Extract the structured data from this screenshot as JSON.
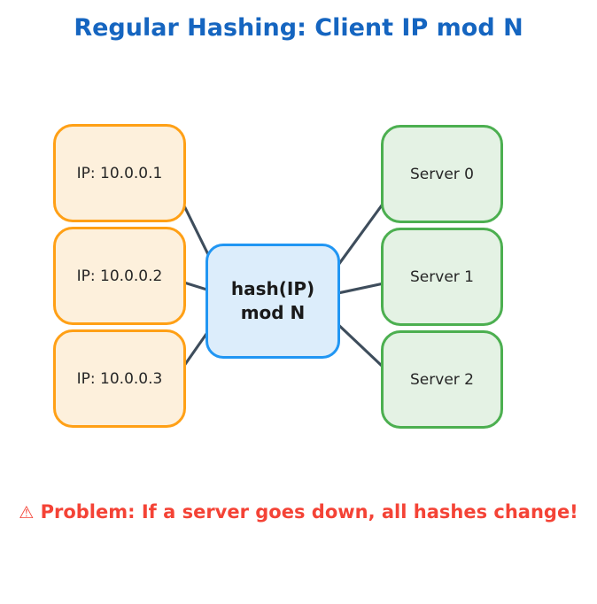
{
  "title": "Regular Hashing: Client IP mod N",
  "colors": {
    "title": "#1565C0",
    "client_border": "#FFA016",
    "client_fill": "#FDF0DC",
    "server_border": "#4CAF50",
    "server_fill": "#E4F2E4",
    "hash_border": "#2196F3",
    "hash_fill": "#DCEDFB",
    "arrow": "#3E4D5C",
    "warning": "#F44336"
  },
  "clients": [
    {
      "label": "IP: 10.0.0.1"
    },
    {
      "label": "IP: 10.0.0.2"
    },
    {
      "label": "IP: 10.0.0.3"
    }
  ],
  "hash_node": {
    "label": "hash(IP)\nmod N",
    "line1": "hash(IP)",
    "line2": "mod N"
  },
  "servers": [
    {
      "label": "Server 0"
    },
    {
      "label": "Server 1"
    },
    {
      "label": "Server 2"
    }
  ],
  "footer": {
    "icon": "warning-triangle-icon",
    "icon_glyph": "⚠",
    "text": "Problem: If a server goes down, all hashes change!"
  }
}
